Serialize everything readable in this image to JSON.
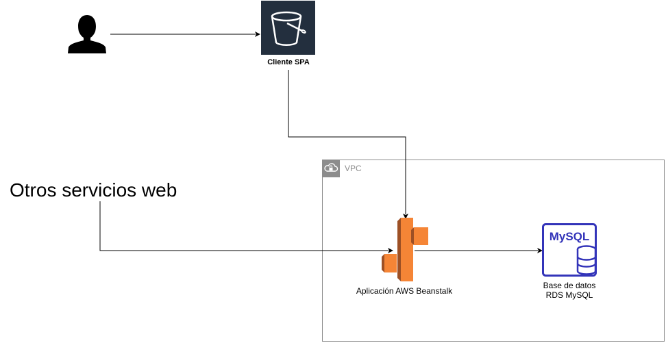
{
  "diagram": {
    "nodes": {
      "user": {
        "icon": "user-icon"
      },
      "spa": {
        "label": "Cliente SPA",
        "icon": "s3-bucket-icon"
      },
      "other_services": {
        "label": "Otros servicios web"
      },
      "vpc": {
        "label": "VPC",
        "icon": "vpc-cloud-lock-icon"
      },
      "beanstalk": {
        "label": "Aplicación AWS Beanstalk",
        "icon": "elastic-beanstalk-icon"
      },
      "rds": {
        "label_line1": "Base de datos",
        "label_line2": "RDS MySQL",
        "icon": "rds-mysql-icon"
      }
    },
    "edges": [
      {
        "from": "user",
        "to": "spa"
      },
      {
        "from": "spa",
        "to": "beanstalk"
      },
      {
        "from": "other_services",
        "to": "beanstalk"
      },
      {
        "from": "beanstalk",
        "to": "rds"
      }
    ]
  },
  "colors": {
    "s3_background": "#232f3e",
    "beanstalk_orange": "#f58536",
    "mysql_blue": "#3334b9",
    "vpc_gray": "#8c8c8c",
    "edge": "#000000"
  }
}
